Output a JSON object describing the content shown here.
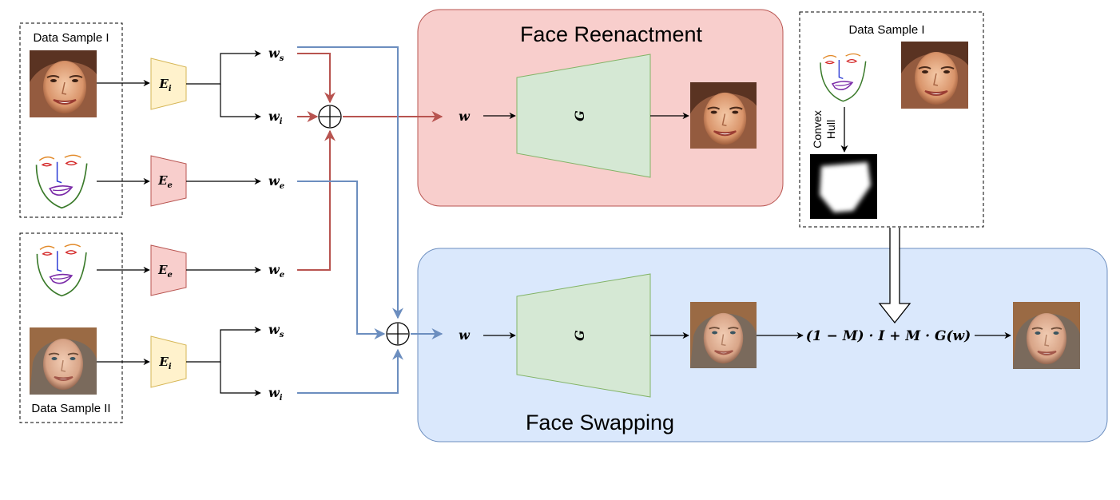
{
  "panels": {
    "reenactment_title": "Face Reenactment",
    "swapping_title": "Face Swapping"
  },
  "samples": {
    "left_top_label": "Data Sample I",
    "left_bottom_label": "Data Sample II",
    "right_label": "Data Sample I"
  },
  "encoders": {
    "identity": "E",
    "identity_sub": "i",
    "expression": "E",
    "expression_sub": "e"
  },
  "latents": {
    "ws_main": "w",
    "ws_sub": "s",
    "wi_main": "w",
    "wi_sub": "i",
    "we_main": "w",
    "we_sub": "e"
  },
  "generator": {
    "input": "w",
    "label": "G"
  },
  "mask": {
    "convex_line1": "Convex",
    "convex_line2": "Hull"
  },
  "blend": {
    "formula": "(1 − M) · I + M · G(w)"
  },
  "colors": {
    "reenactment_fill": "#f8cecc",
    "reenactment_stroke": "#b85450",
    "swapping_fill": "#dae8fc",
    "swapping_stroke": "#6c8ebf",
    "generator_fill": "#d5e8d4",
    "generator_stroke": "#82b366",
    "identity_encoder_fill": "#fff2cc",
    "identity_encoder_stroke": "#d6b656",
    "expression_encoder_fill": "#f8cecc",
    "red_arrow": "#b85450",
    "blue_arrow": "#6c8ebf"
  },
  "icons": {
    "face_photo": "face-photo-icon",
    "landmarks": "face-landmarks-icon",
    "mask": "face-mask-icon",
    "sum": "sum-operator-icon"
  }
}
